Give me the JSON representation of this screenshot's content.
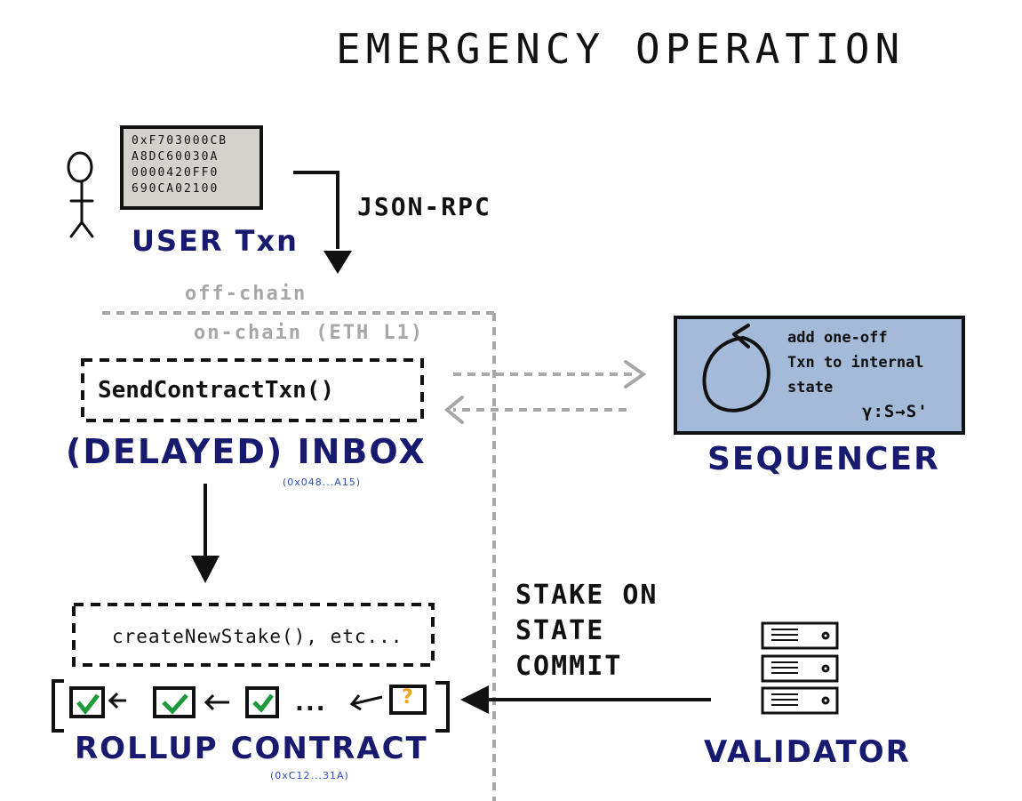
{
  "title": "EMERGENCY OPERATION",
  "user": {
    "label": "USER Txn",
    "hex_lines": [
      "0xF703000CB",
      "A8DC60030A",
      "0000420FF0",
      "690CA02100"
    ]
  },
  "arrows": {
    "json_rpc": "JSON-RPC",
    "stake_commit_lines": [
      "STAKE ON",
      "STATE",
      "COMMIT"
    ]
  },
  "boundary": {
    "off_chain": "off-chain",
    "on_chain": "on-chain (ETH L1)"
  },
  "inbox": {
    "call": "SendContractTxn()",
    "label": "(DELAYED) INBOX",
    "address": "(0x048...A15)"
  },
  "sequencer": {
    "label": "SEQUENCER",
    "note_lines": [
      "add one-off",
      "Txn to internal",
      "state"
    ],
    "transition": "γ:S→S'"
  },
  "rollup": {
    "call": "createNewStake(), etc...",
    "ellipsis": "...",
    "pending_mark": "?",
    "label": "ROLLUP CONTRACT",
    "address": "(0xC12...31A)"
  },
  "validator": {
    "label": "VALIDATOR"
  },
  "colors": {
    "navy": "#171a6e",
    "sequencer_fill": "#a3bad8",
    "check_green": "#1f9a3a",
    "pending_orange": "#f2a31b",
    "boundary_grey": "#a7a7a7",
    "hex_panel": "#d4d2cc"
  }
}
